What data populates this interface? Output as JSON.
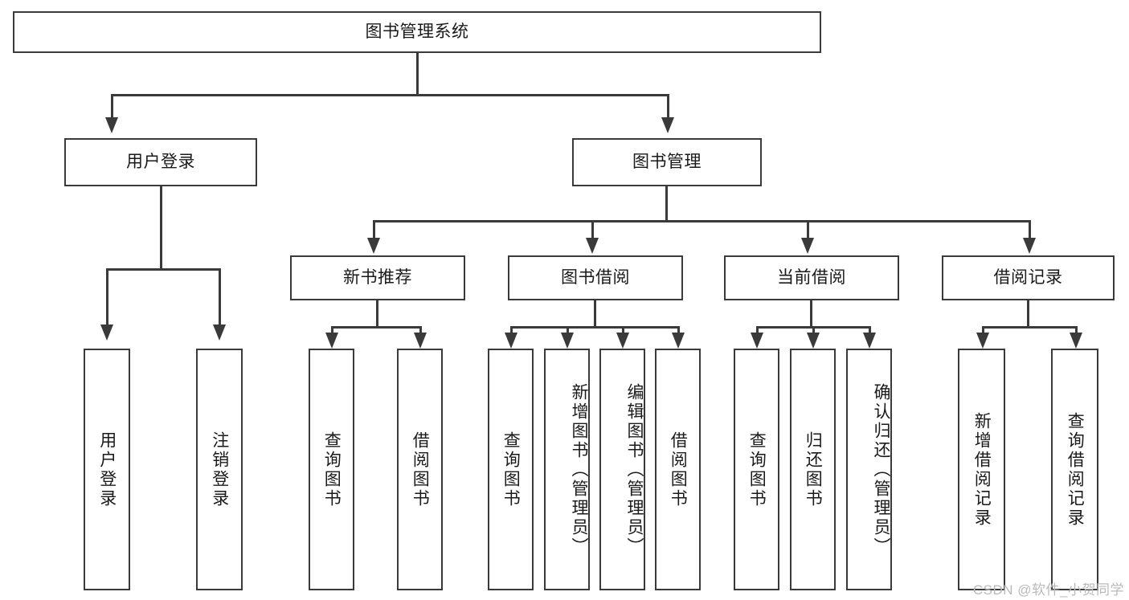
{
  "diagram": {
    "type": "tree-hierarchy",
    "title": "图书管理系统",
    "root": {
      "id": "root",
      "label": "图书管理系统"
    },
    "level2": [
      {
        "id": "user-login",
        "label": "用户登录"
      },
      {
        "id": "book-manage",
        "label": "图书管理"
      }
    ],
    "level3": [
      {
        "id": "new-book-recommend",
        "label": "新书推荐",
        "parent": "book-manage"
      },
      {
        "id": "book-borrow",
        "label": "图书借阅",
        "parent": "book-manage"
      },
      {
        "id": "current-borrow",
        "label": "当前借阅",
        "parent": "book-manage"
      },
      {
        "id": "borrow-record",
        "label": "借阅记录",
        "parent": "book-manage"
      }
    ],
    "leaves": {
      "user_login": [
        {
          "id": "leaf-user-login",
          "label": "用户登录"
        },
        {
          "id": "leaf-user-logout",
          "label": "注销登录"
        }
      ],
      "new_book_recommend": [
        {
          "id": "leaf-query-book-1",
          "label": "查询图书"
        },
        {
          "id": "leaf-borrow-book-1",
          "label": "借阅图书"
        }
      ],
      "book_borrow": [
        {
          "id": "leaf-query-book-2",
          "label": "查询图书"
        },
        {
          "id": "leaf-add-book",
          "label": "新增图书（管理员）"
        },
        {
          "id": "leaf-edit-book",
          "label": "编辑图书（管理员）"
        },
        {
          "id": "leaf-borrow-book-2",
          "label": "借阅图书"
        }
      ],
      "current_borrow": [
        {
          "id": "leaf-query-book-3",
          "label": "查询图书"
        },
        {
          "id": "leaf-return-book",
          "label": "归还图书"
        },
        {
          "id": "leaf-confirm-return",
          "label": "确认归还（管理员）"
        }
      ],
      "borrow_record": [
        {
          "id": "leaf-add-record",
          "label": "新增借阅记录"
        },
        {
          "id": "leaf-query-record",
          "label": "查询借阅记录"
        }
      ]
    }
  },
  "watermark": {
    "text": "CSDN @软件_小贺同学"
  },
  "colors": {
    "stroke": "#3a3a3a",
    "fill": "#ffffff",
    "text": "#1a1a1a",
    "watermark": "#b9b9b9"
  }
}
